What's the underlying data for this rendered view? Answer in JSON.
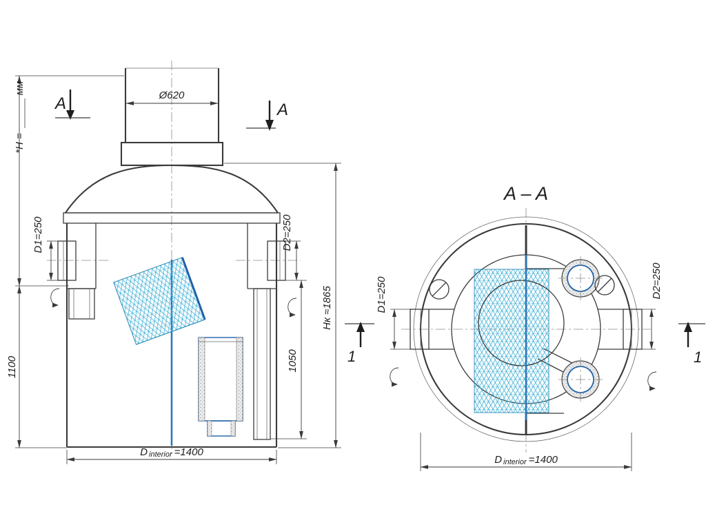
{
  "front_view": {
    "section_letter": "A",
    "neck_diameter": "Ø620",
    "h_note_prefix": "*H =",
    "h_note_units": "мм",
    "d1_label": "D1=250",
    "d2_label": "D2=250",
    "total_height_label": "Hк ≈1865",
    "pipe_height_label": "1050",
    "inlet_height_label": "1100",
    "interior_dia_prefix": "D",
    "interior_dia_sub": "interior",
    "interior_dia_value": "=1400"
  },
  "section_view": {
    "title": "A – A",
    "d1_label": "D1=250",
    "d2_label": "D2=250",
    "plane_mark": "1",
    "interior_dia_prefix": "D",
    "interior_dia_sub": "interior",
    "interior_dia_value": "=1400"
  },
  "colors": {
    "line": "#3a3a3a",
    "mesh_blue": "#3fb0d6",
    "structure_blue": "#2b78b8"
  }
}
